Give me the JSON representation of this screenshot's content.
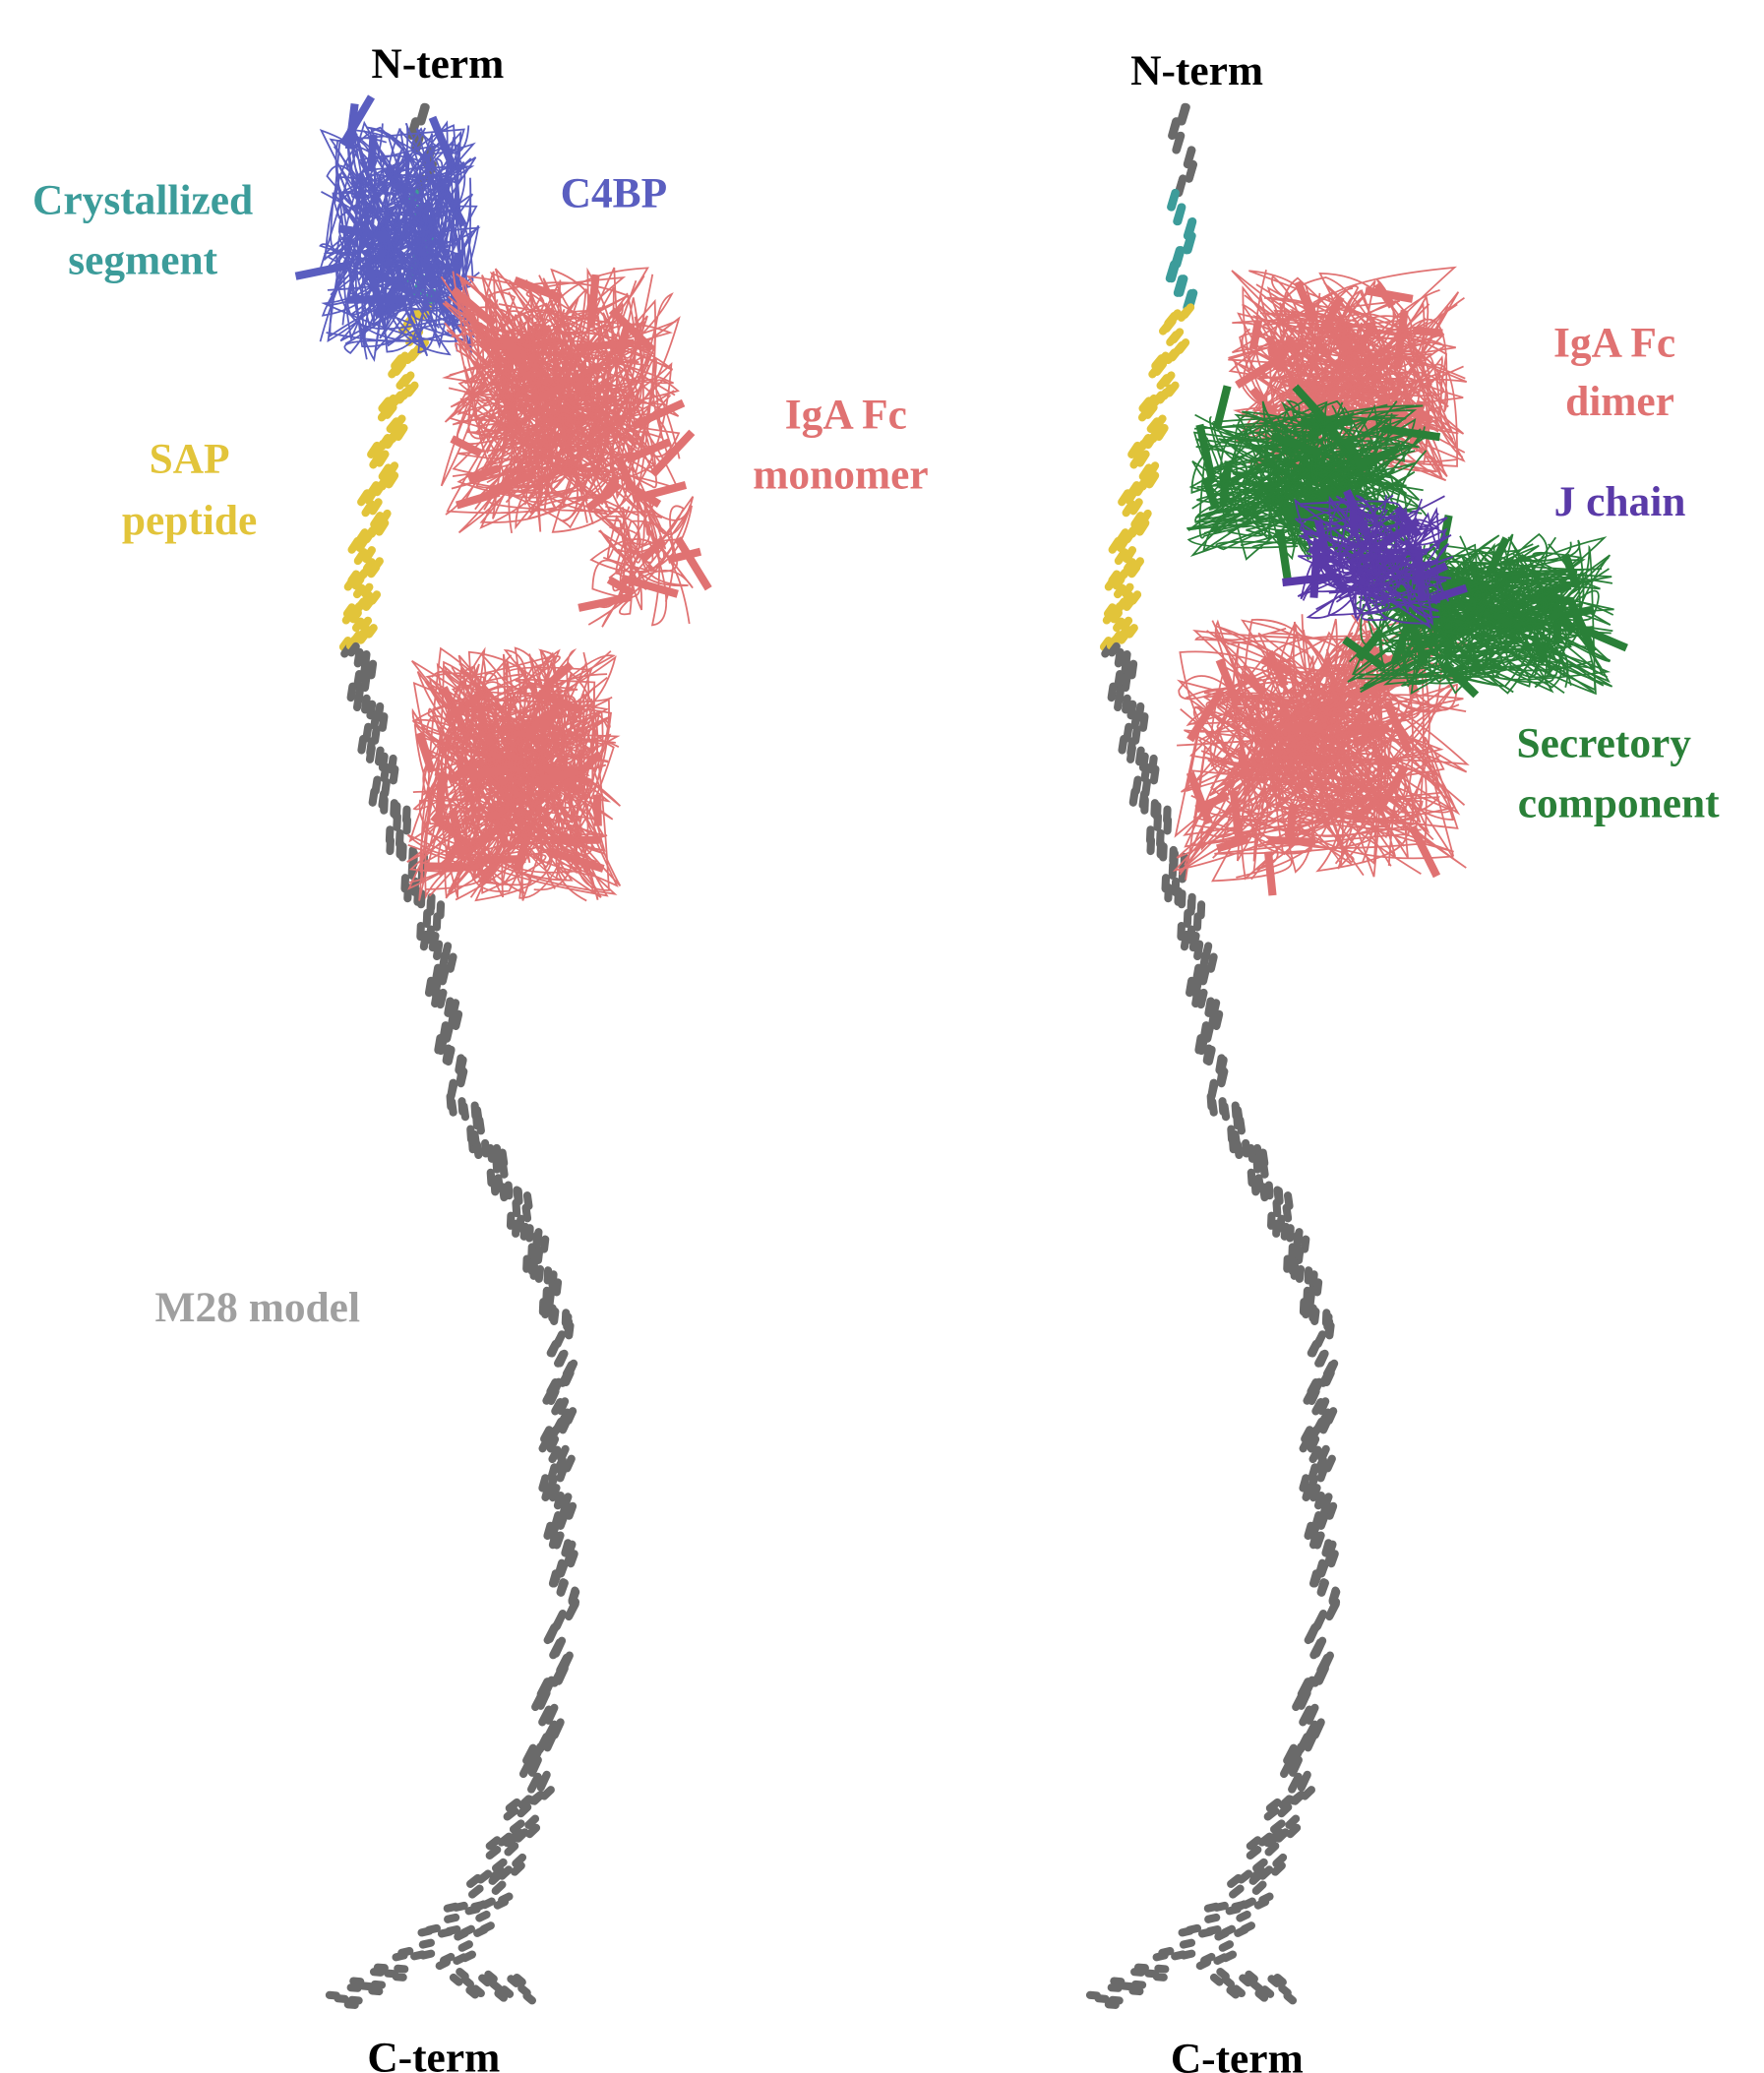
{
  "left_panel": {
    "n_term": "N-term",
    "c_term": "C-term",
    "crystallized_segment": [
      "Crystallized",
      "segment"
    ],
    "c4bp": "C4BP",
    "sap_peptide": [
      "SAP",
      "peptide"
    ],
    "iga_fc_monomer": [
      "IgA Fc",
      "monomer"
    ],
    "m28_model": "M28 model"
  },
  "right_panel": {
    "n_term": "N-term",
    "c_term": "C-term",
    "iga_fc_dimer": [
      "IgA Fc",
      "dimer"
    ],
    "j_chain": "J chain",
    "secretory_component": [
      "Secretory",
      "component"
    ]
  },
  "colors": {
    "backbone": "#6a6a6a",
    "crystallized": "#3c9c9a",
    "c4bp": "#5a5ec0",
    "sap": "#e2c43a",
    "iga": "#e07272",
    "jchain": "#5a3aa8",
    "secretory": "#2a8038",
    "m28_label": "#a0a0a0"
  }
}
